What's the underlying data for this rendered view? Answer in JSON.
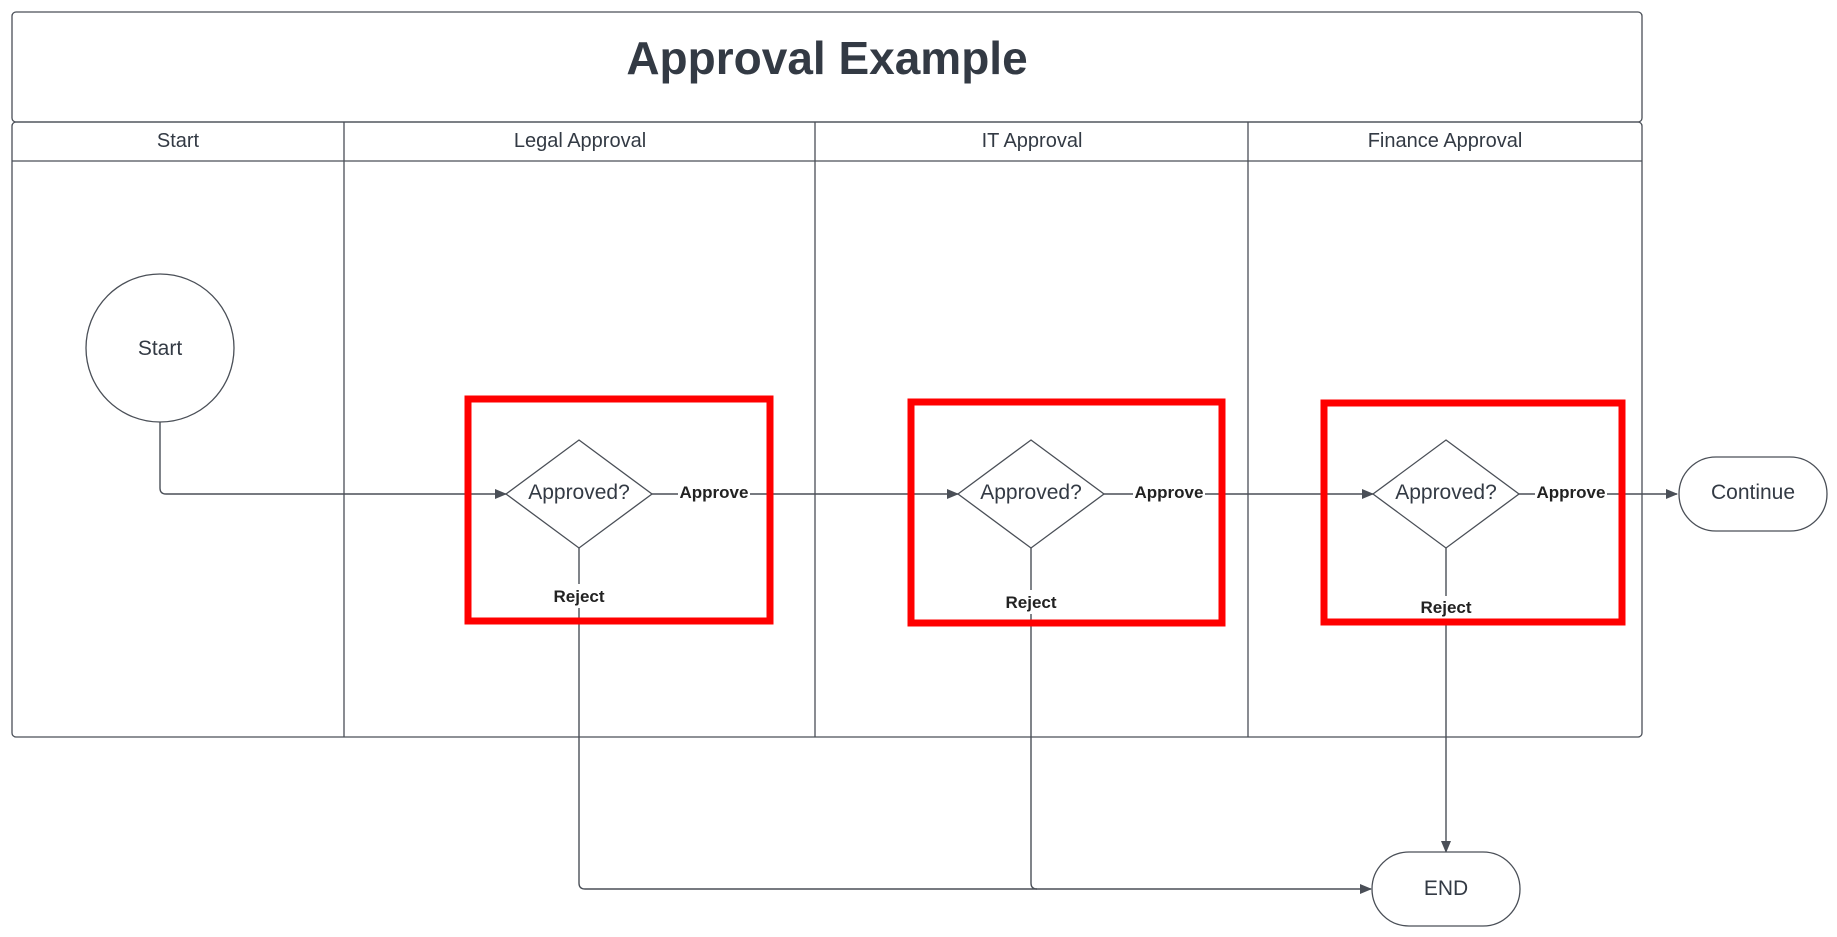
{
  "title": "Approval Example",
  "lanes": [
    "Start",
    "Legal Approval",
    "IT Approval",
    "Finance Approval"
  ],
  "nodes": {
    "start": "Start",
    "legal_decision": "Approved?",
    "it_decision": "Approved?",
    "finance_decision": "Approved?",
    "continue": "Continue",
    "end": "END"
  },
  "edges": {
    "legal_approve": "Approve",
    "legal_reject": "Reject",
    "it_approve": "Approve",
    "it_reject": "Reject",
    "finance_approve": "Approve",
    "finance_reject": "Reject"
  },
  "colors": {
    "highlight": "#ff0000",
    "line": "#4a4f57",
    "text": "#333a44"
  }
}
